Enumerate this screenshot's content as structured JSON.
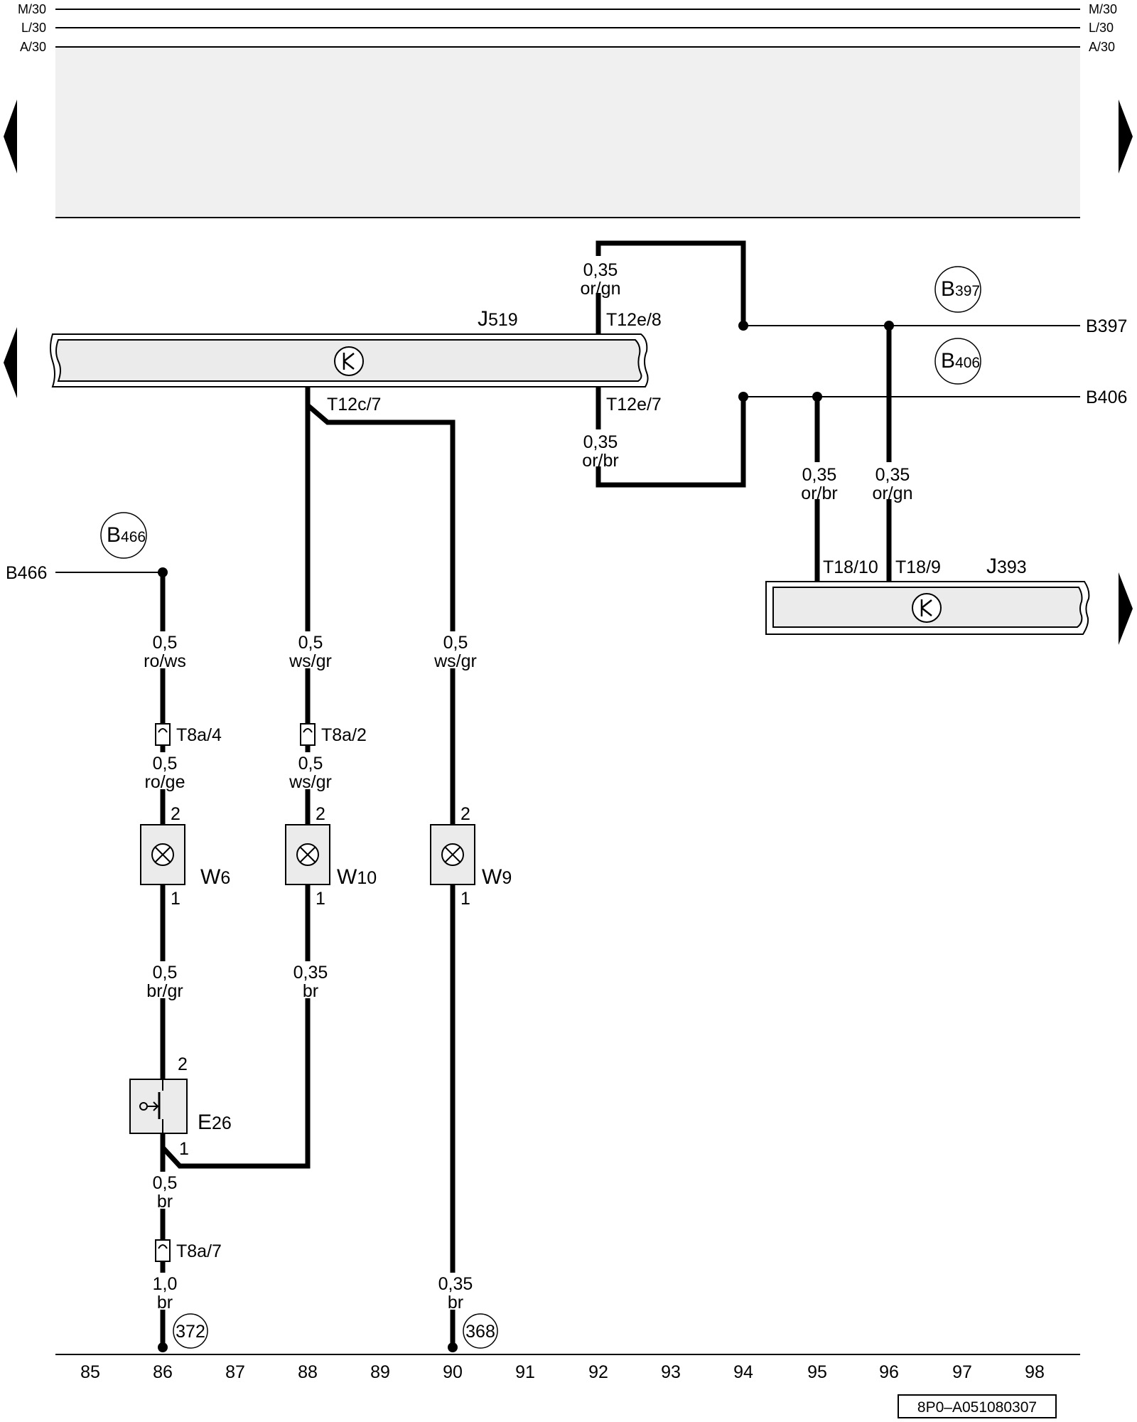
{
  "rails": [
    "M/30",
    "L/30",
    "A/30"
  ],
  "j519": {
    "main": "J",
    "sub": "519"
  },
  "j393": {
    "main": "J",
    "sub": "393"
  },
  "bus": {
    "b397": {
      "circle_main": "B",
      "circle_sub": "397",
      "end_label": "B397"
    },
    "b406": {
      "circle_main": "B",
      "circle_sub": "406",
      "end_label": "B406"
    },
    "b466": {
      "circle_main": "B",
      "circle_sub": "466",
      "end_label": "B466"
    }
  },
  "pins": {
    "t12e8": "T12e/8",
    "t12e7": "T12e/7",
    "t12c7": "T12c/7",
    "t1810": "T18/10",
    "t189": "T18/9",
    "t8a4": "T8a/4",
    "t8a2": "T8a/2",
    "t8a7": "T8a/7"
  },
  "wires": {
    "top_orgn": [
      "0,35",
      "or/gn"
    ],
    "top_orbr": [
      "0,35",
      "or/br"
    ],
    "j393_orbr": [
      "0,35",
      "or/br"
    ],
    "j393_orgn": [
      "0,35",
      "or/gn"
    ],
    "w86_a": [
      "0,5",
      "ro/ws"
    ],
    "w86_b": [
      "0,5",
      "ro/ge"
    ],
    "w86_c": [
      "0,5",
      "br/gr"
    ],
    "w86_d": [
      "0,5",
      "br"
    ],
    "w86_e": [
      "1,0",
      "br"
    ],
    "w88_a": [
      "0,5",
      "ws/gr"
    ],
    "w88_b": [
      "0,5",
      "ws/gr"
    ],
    "w88_c": [
      "0,35",
      "br"
    ],
    "w90_a": [
      "0,5",
      "ws/gr"
    ],
    "w90_b": [
      "0,35",
      "br"
    ]
  },
  "components": {
    "w6": {
      "main": "W",
      "sub": "6",
      "pin_top": "2",
      "pin_bottom": "1"
    },
    "w10": {
      "main": "W",
      "sub": "10",
      "pin_top": "2",
      "pin_bottom": "1"
    },
    "w9": {
      "main": "W",
      "sub": "9",
      "pin_top": "2",
      "pin_bottom": "1"
    },
    "e26": {
      "main": "E",
      "sub": "26",
      "pin_top": "2",
      "pin_bottom": "1"
    }
  },
  "grounds": {
    "g372": "372",
    "g368": "368"
  },
  "columns": [
    "85",
    "86",
    "87",
    "88",
    "89",
    "90",
    "91",
    "92",
    "93",
    "94",
    "95",
    "96",
    "97",
    "98"
  ],
  "reference": "8P0–A051080307"
}
